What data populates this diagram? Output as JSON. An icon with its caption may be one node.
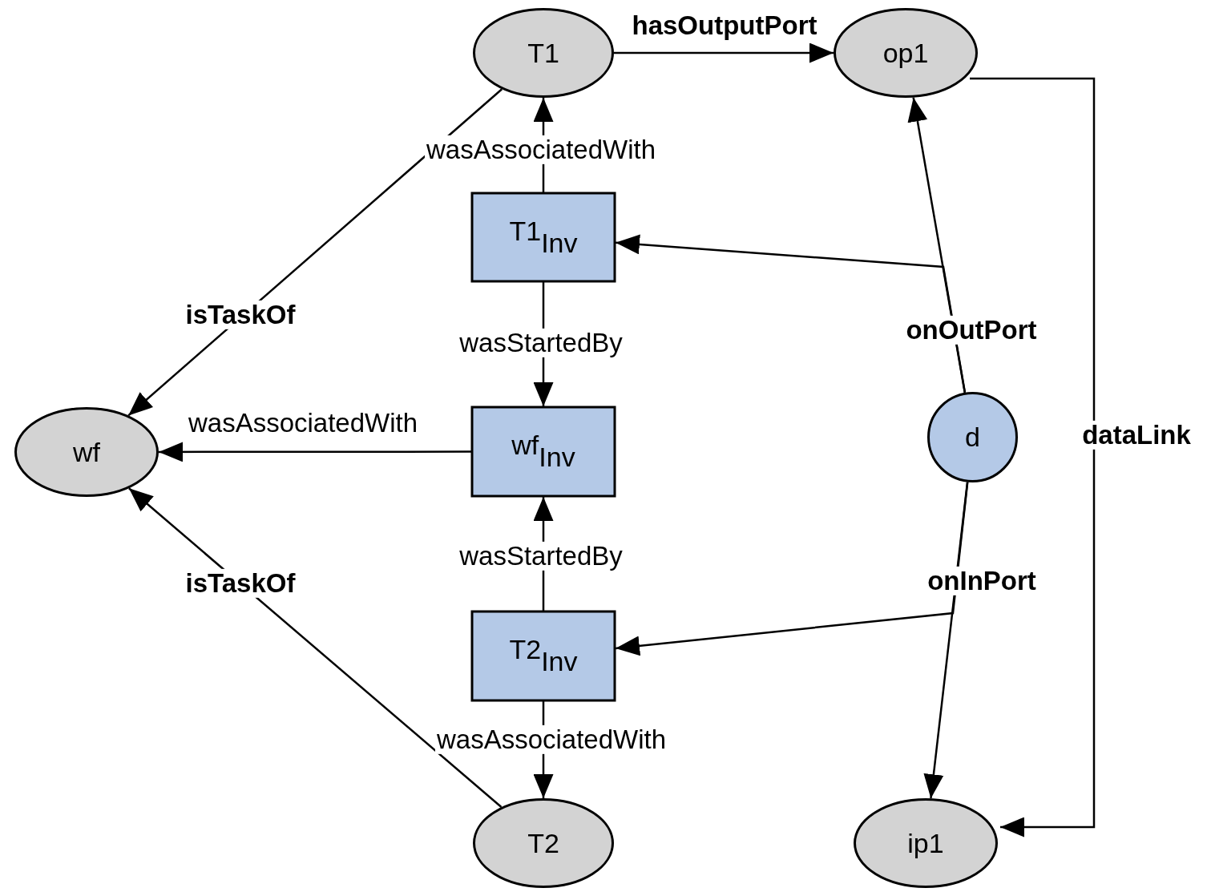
{
  "diagram": {
    "nodes": [
      {
        "text": [
          "T1"
        ]
      },
      {
        "text": [
          "op1"
        ]
      },
      {
        "text": [
          "T1$_{Inv}$"
        ]
      },
      {
        "text": [
          "wf"
        ]
      },
      {
        "text": [
          "wf$_{Inv}$"
        ]
      },
      {
        "text": [
          "d"
        ]
      },
      {
        "text": [
          "T2$_{Inv}$"
        ]
      },
      {
        "text": [
          "T2"
        ]
      },
      {
        "text": [
          "ip1"
        ]
      }
    ],
    "edges": [
      {
        "from": 0,
        "to": 1,
        "arrow": "to",
        "label": "hasOutputPort"
      },
      {
        "from": 2,
        "to": 0,
        "arrow": "to",
        "label": "wasAssociatedWith"
      },
      {
        "from": 0,
        "to": 3,
        "arrow": "to",
        "label": "isTaskOf"
      },
      {
        "from": 2,
        "to": 4,
        "arrow": "to",
        "label": "wasStartedBy"
      },
      {
        "from": 4,
        "to": 3,
        "arrow": "to",
        "label": "wasAssociatedWith"
      },
      {
        "from": 5,
        "to": 1,
        "arrow": "to",
        "label": "onOutPort"
      },
      {
        "from": 5,
        "to": 2,
        "arrow": "to"
      },
      {
        "from": 6,
        "to": 4,
        "arrow": "to",
        "label": "wasStartedBy"
      },
      {
        "from": 7,
        "to": 3,
        "arrow": "to",
        "label": "isTaskOf"
      },
      {
        "from": 6,
        "to": 7,
        "arrow": "to",
        "label": "wasAssociatedWith"
      },
      {
        "from": 5,
        "to": 8,
        "arrow": "to",
        "label": "onInPort"
      },
      {
        "from": 5,
        "to": 6,
        "arrow": "to"
      },
      {
        "from": 1,
        "to": 8,
        "arrow": "to",
        "label": "dataLink"
      }
    ]
  }
}
